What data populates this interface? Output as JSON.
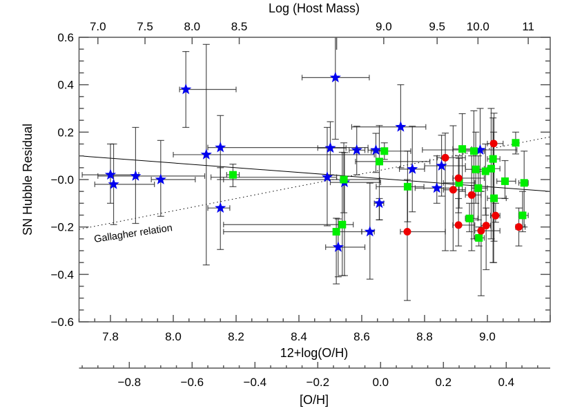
{
  "chart_data": {
    "type": "scatter",
    "xlabel": "12+log(O/H)",
    "ylabel": "SN Hubble Residual",
    "top_axis_label": "Log (Host Mass)",
    "secondary_bottom_axis_label": "[O/H]",
    "xlim": [
      7.7,
      9.2
    ],
    "ylim": [
      -0.6,
      0.6
    ],
    "xticks": [
      7.8,
      8.0,
      8.2,
      8.4,
      8.6,
      8.8,
      9.0
    ],
    "xtick_labels": [
      "7.8",
      "8.0",
      "8.2",
      "8.4",
      "8.6",
      "8.8",
      "9.0"
    ],
    "yticks": [
      0.6,
      0.4,
      0.2,
      0.0,
      -0.2,
      -0.4,
      -0.6
    ],
    "ytick_labels": [
      "0.6",
      "0.4",
      "0.2",
      "−0.0",
      "−0.2",
      "−0.4",
      "−0.6"
    ],
    "top_ticks": [
      {
        "label": "7.0",
        "at": 7.76
      },
      {
        "label": "7.5",
        "at": 7.91
      },
      {
        "label": "8.0",
        "at": 8.06
      },
      {
        "label": "8.5",
        "at": 8.21
      },
      {
        "at": 8.52
      },
      {
        "label": "9.0",
        "at": 8.67
      },
      {
        "label": "9.5",
        "at": 8.84
      },
      {
        "label": "10.0",
        "at": 8.97
      },
      {
        "label": "11",
        "at": 9.13
      }
    ],
    "oh_axis": {
      "solar_offset": 8.66,
      "xlim": [
        -0.96,
        0.54
      ],
      "ticks": [
        -0.8,
        -0.6,
        -0.4,
        -0.2,
        0.0,
        0.2,
        0.4
      ],
      "tick_labels": [
        "−0.8",
        "−0.6",
        "−0.4",
        "−0.2",
        "0.0",
        "0.2",
        "0.4"
      ]
    },
    "lines": [
      {
        "style": "solid",
        "x": [
          7.7,
          9.2
        ],
        "y": [
          0.1,
          -0.05
        ]
      },
      {
        "style": "dotted",
        "x": [
          7.7,
          9.2
        ],
        "y": [
          -0.21,
          0.18
        ],
        "label": "Gallagher relation"
      }
    ],
    "series": [
      {
        "marker": "star",
        "color": "#0000ee",
        "points": [
          [
            7.8,
            0.02,
            7.71,
            7.89,
            -0.1,
            0.15
          ],
          [
            7.81,
            -0.02,
            7.75,
            7.94,
            -0.19,
            0.15
          ],
          [
            7.88,
            0.015,
            7.76,
            8.1,
            -0.185,
            0.22
          ],
          [
            7.96,
            0.0,
            7.93,
            8.07,
            -0.155,
            0.165
          ],
          [
            8.04,
            0.38,
            8.02,
            8.2,
            0.22,
            0.54
          ],
          [
            8.105,
            0.105,
            8.0,
            8.64,
            -0.36,
            0.57
          ],
          [
            8.15,
            0.135,
            8.11,
            8.62,
            0.0,
            0.27
          ],
          [
            8.15,
            -0.12,
            8.11,
            8.18,
            -0.295,
            0.05
          ],
          [
            8.516,
            0.43,
            8.41,
            8.624,
            0.17,
            0.62
          ],
          [
            8.5,
            0.133,
            8.46,
            8.55,
            0.02,
            0.244
          ],
          [
            8.49,
            0.01,
            8.12,
            8.52,
            -0.195,
            0.22
          ],
          [
            8.584,
            0.124,
            8.56,
            8.61,
            0.02,
            0.225
          ],
          [
            8.645,
            0.124,
            8.62,
            8.67,
            0.03,
            0.195
          ],
          [
            8.656,
            -0.1,
            8.64,
            8.67,
            -0.17,
            -0.08
          ],
          [
            8.724,
            0.222,
            8.568,
            8.804,
            0.05,
            0.4
          ],
          [
            8.761,
            0.044,
            8.72,
            8.8,
            -0.136,
            0.225
          ],
          [
            8.626,
            -0.22,
            8.6,
            8.64,
            -0.42,
            -0.015
          ],
          [
            8.525,
            -0.285,
            8.485,
            8.61,
            -0.41,
            -0.166
          ],
          [
            8.545,
            -0.012,
            8.5,
            8.66,
            -0.405,
            0.114
          ],
          [
            8.854,
            0.058,
            8.8,
            8.93,
            -0.07,
            0.187
          ],
          [
            8.839,
            -0.036,
            8.77,
            8.9,
            -0.1,
            0.1
          ],
          [
            8.977,
            0.125,
            8.793,
            9.094,
            -0.05,
            0.3
          ]
        ]
      },
      {
        "marker": "square",
        "color": "#00ee00",
        "points": [
          [
            8.19,
            0.02,
            8.17,
            8.21,
            -0.03,
            0.065
          ],
          [
            8.672,
            0.12,
            8.63,
            8.756,
            0.085,
            0.155
          ],
          [
            8.656,
            0.076,
            8.58,
            8.817,
            -0.17,
            0.228
          ],
          [
            8.746,
            -0.03,
            8.646,
            8.798,
            -0.178,
            0.12
          ],
          [
            8.519,
            -0.22,
            8.16,
            8.6,
            -0.44,
            -0.163
          ],
          [
            8.538,
            -0.19,
            8.16,
            8.573,
            -0.405,
            0.115
          ],
          [
            8.543,
            0.0,
            8.16,
            8.657,
            -0.14,
            0.155
          ],
          [
            8.91,
            -0.014,
            8.86,
            8.96,
            -0.12,
            0.09
          ],
          [
            8.92,
            0.129,
            8.89,
            8.95,
            -0.05,
            0.278
          ],
          [
            8.957,
            0.12,
            8.93,
            8.99,
            -0.25,
            0.29
          ],
          [
            8.963,
            0.043,
            8.93,
            9.0,
            -0.1,
            0.2
          ],
          [
            8.994,
            0.035,
            8.97,
            9.02,
            -0.15,
            0.15
          ],
          [
            9.012,
            0.046,
            8.99,
            9.04,
            -0.25,
            0.3
          ],
          [
            9.018,
            0.087,
            9.0,
            9.04,
            -0.35,
            0.26
          ],
          [
            9.09,
            0.155,
            9.08,
            9.1,
            0.108,
            0.2
          ],
          [
            9.056,
            -0.007,
            9.03,
            9.09,
            -0.08,
            0.08
          ],
          [
            9.117,
            -0.014,
            9.1,
            9.13,
            -0.2,
            0.12
          ],
          [
            8.971,
            -0.036,
            8.95,
            9.0,
            -0.17,
            0.1
          ],
          [
            9.021,
            -0.079,
            9.0,
            9.06,
            -0.26,
            0.28
          ],
          [
            9.112,
            -0.151,
            9.1,
            9.13,
            -0.22,
            -0.05
          ],
          [
            8.943,
            -0.164,
            8.93,
            8.97,
            -0.22,
            -0.1
          ],
          [
            8.973,
            -0.246,
            8.96,
            8.99,
            -0.28,
            -0.2
          ]
        ]
      },
      {
        "marker": "circle",
        "color": "#ee0000",
        "points": [
          [
            8.745,
            -0.22,
            8.723,
            8.866,
            -0.51,
            0.0
          ],
          [
            8.866,
            0.092,
            8.84,
            8.93,
            -0.3,
            0.196
          ],
          [
            8.891,
            -0.043,
            8.86,
            8.93,
            -0.3,
            0.227
          ],
          [
            8.908,
            0.006,
            8.89,
            8.99,
            -0.14,
            0.1
          ],
          [
            9.02,
            0.152,
            9.0,
            9.05,
            -0.35,
            0.2
          ],
          [
            8.95,
            -0.065,
            8.93,
            8.98,
            -0.3,
            0.1
          ],
          [
            9.026,
            -0.152,
            9.01,
            9.04,
            -0.18,
            -0.1
          ],
          [
            9.1,
            -0.2,
            9.09,
            9.12,
            -0.28,
            -0.12
          ],
          [
            8.908,
            -0.192,
            8.89,
            8.96,
            -0.28,
            -0.08
          ],
          [
            8.996,
            -0.194,
            8.98,
            9.01,
            -0.38,
            -0.12
          ],
          [
            8.98,
            -0.216,
            8.96,
            9.04,
            -0.49,
            -0.05
          ]
        ]
      }
    ]
  }
}
